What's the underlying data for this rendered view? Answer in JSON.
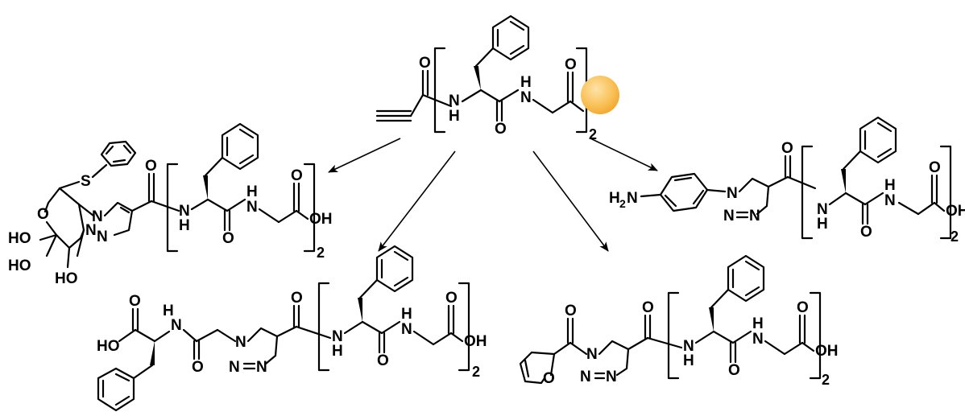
{
  "scheme": {
    "repeat_index": "2",
    "bead_color": "#f9c25a",
    "bead_edge_color": "#f3a62a",
    "atoms": {
      "O": "O",
      "H": "H",
      "N": "N",
      "NH": "N",
      "S": "S",
      "OH": "OH",
      "HO": "HO",
      "H2N": "H",
      "H2N_sub": "2",
      "H2N_N": "N"
    },
    "products": [
      {
        "id": "glycosyl-triazole-product",
        "label_parts": [
          "S",
          "O",
          "N",
          "N=N",
          "HO",
          "HO",
          "HO",
          "OH"
        ]
      },
      {
        "id": "phe-gly-triazole-product",
        "label_parts": [
          "HO",
          "N",
          "OH"
        ]
      },
      {
        "id": "furoyl-triazole-product",
        "label_parts": [
          "O",
          "N",
          "OH"
        ]
      },
      {
        "id": "aminophenyl-triazole-product",
        "label_parts": [
          "H2N",
          "N",
          "OH"
        ]
      }
    ]
  }
}
